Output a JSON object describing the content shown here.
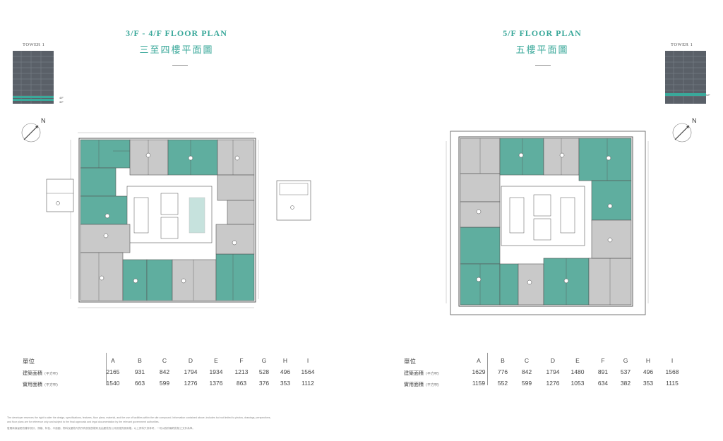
{
  "left": {
    "title_en": "3/F - 4/F FLOOR PLAN",
    "title_zh": "三至四樓平面圖",
    "tower_label": "TOWER 1",
    "floor_tags": [
      "4/F",
      "3/F"
    ],
    "north": "N",
    "table": {
      "unit_header": "單位",
      "units": [
        "A",
        "B",
        "C",
        "D",
        "E",
        "F",
        "G",
        "H",
        "I"
      ],
      "rows": [
        {
          "label": "建築面積",
          "unit": "(平方呎)",
          "values": [
            "2165",
            "931",
            "842",
            "1794",
            "1934",
            "1213",
            "528",
            "496",
            "1564"
          ]
        },
        {
          "label": "實用面積",
          "unit": "(平方呎)",
          "values": [
            "1540",
            "663",
            "599",
            "1276",
            "1376",
            "863",
            "376",
            "353",
            "1112"
          ]
        }
      ]
    }
  },
  "right": {
    "title_en": "5/F FLOOR PLAN",
    "title_zh": "五樓平面圖",
    "tower_label": "TOWER 1",
    "floor_tags": [
      "5/F"
    ],
    "north": "N",
    "table": {
      "unit_header": "單位",
      "units": [
        "A",
        "B",
        "C",
        "D",
        "E",
        "F",
        "G",
        "H",
        "I"
      ],
      "rows": [
        {
          "label": "建築面積",
          "unit": "(平方呎)",
          "values": [
            "1629",
            "776",
            "842",
            "1794",
            "1480",
            "891",
            "537",
            "496",
            "1568"
          ]
        },
        {
          "label": "實用面積",
          "unit": "(平方呎)",
          "values": [
            "1159",
            "552",
            "599",
            "1276",
            "1053",
            "634",
            "382",
            "353",
            "1115"
          ]
        }
      ]
    }
  },
  "disclaimer": {
    "line1": "The developer reserves the right to alter the design, specifications, features, floor plans, material, and the use of facilities within the site compound. Information contained above, includes but not limited to photos, drawings, perspectives,",
    "line2": "and floor plans are for reference only and subject to the final approvals and legal documentation by the relevant government authorities.",
    "line3": "發展商保留更改樓宇設計、規格、特色、平面圖、物料及屋苑內的所有設施的權利及由屋苑的公共設施的使用權。以上資料只供參考，一切以政府最終批核之文件為準。"
  },
  "colors": {
    "accent": "#3aa89a",
    "teal_fill": "#5fae9f",
    "grey_fill": "#c9c9c9",
    "wall": "#555555"
  }
}
